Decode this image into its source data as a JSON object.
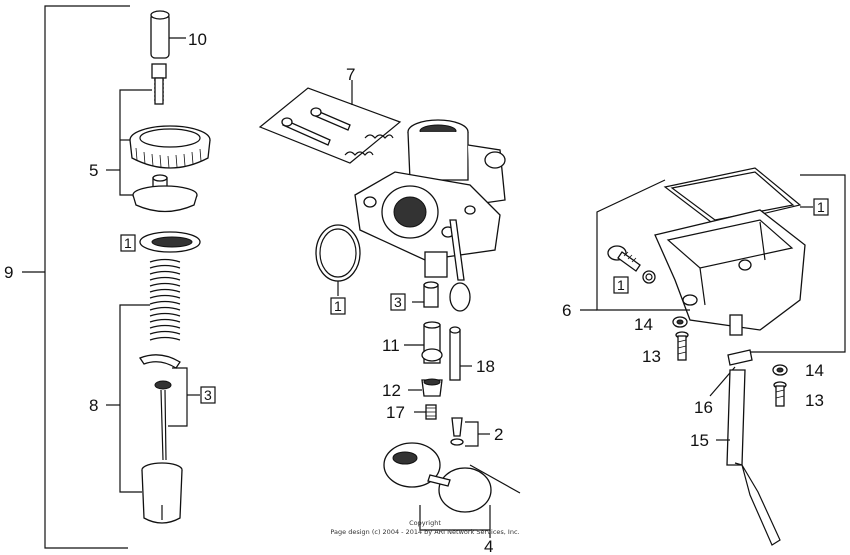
{
  "callouts": {
    "c1": "1",
    "c2": "2",
    "c3": "3",
    "c4": "4",
    "c5": "5",
    "c6": "6",
    "c7": "7",
    "c8": "8",
    "c9": "9",
    "c10": "10",
    "c11": "11",
    "c12": "12",
    "c13": "13",
    "c14": "14",
    "c15": "15",
    "c16": "16",
    "c17": "17",
    "c18": "18"
  },
  "copyright": {
    "line1": "Copyright",
    "line2": "Page design (c) 2004 - 2014 by ARI Network Services, Inc."
  }
}
